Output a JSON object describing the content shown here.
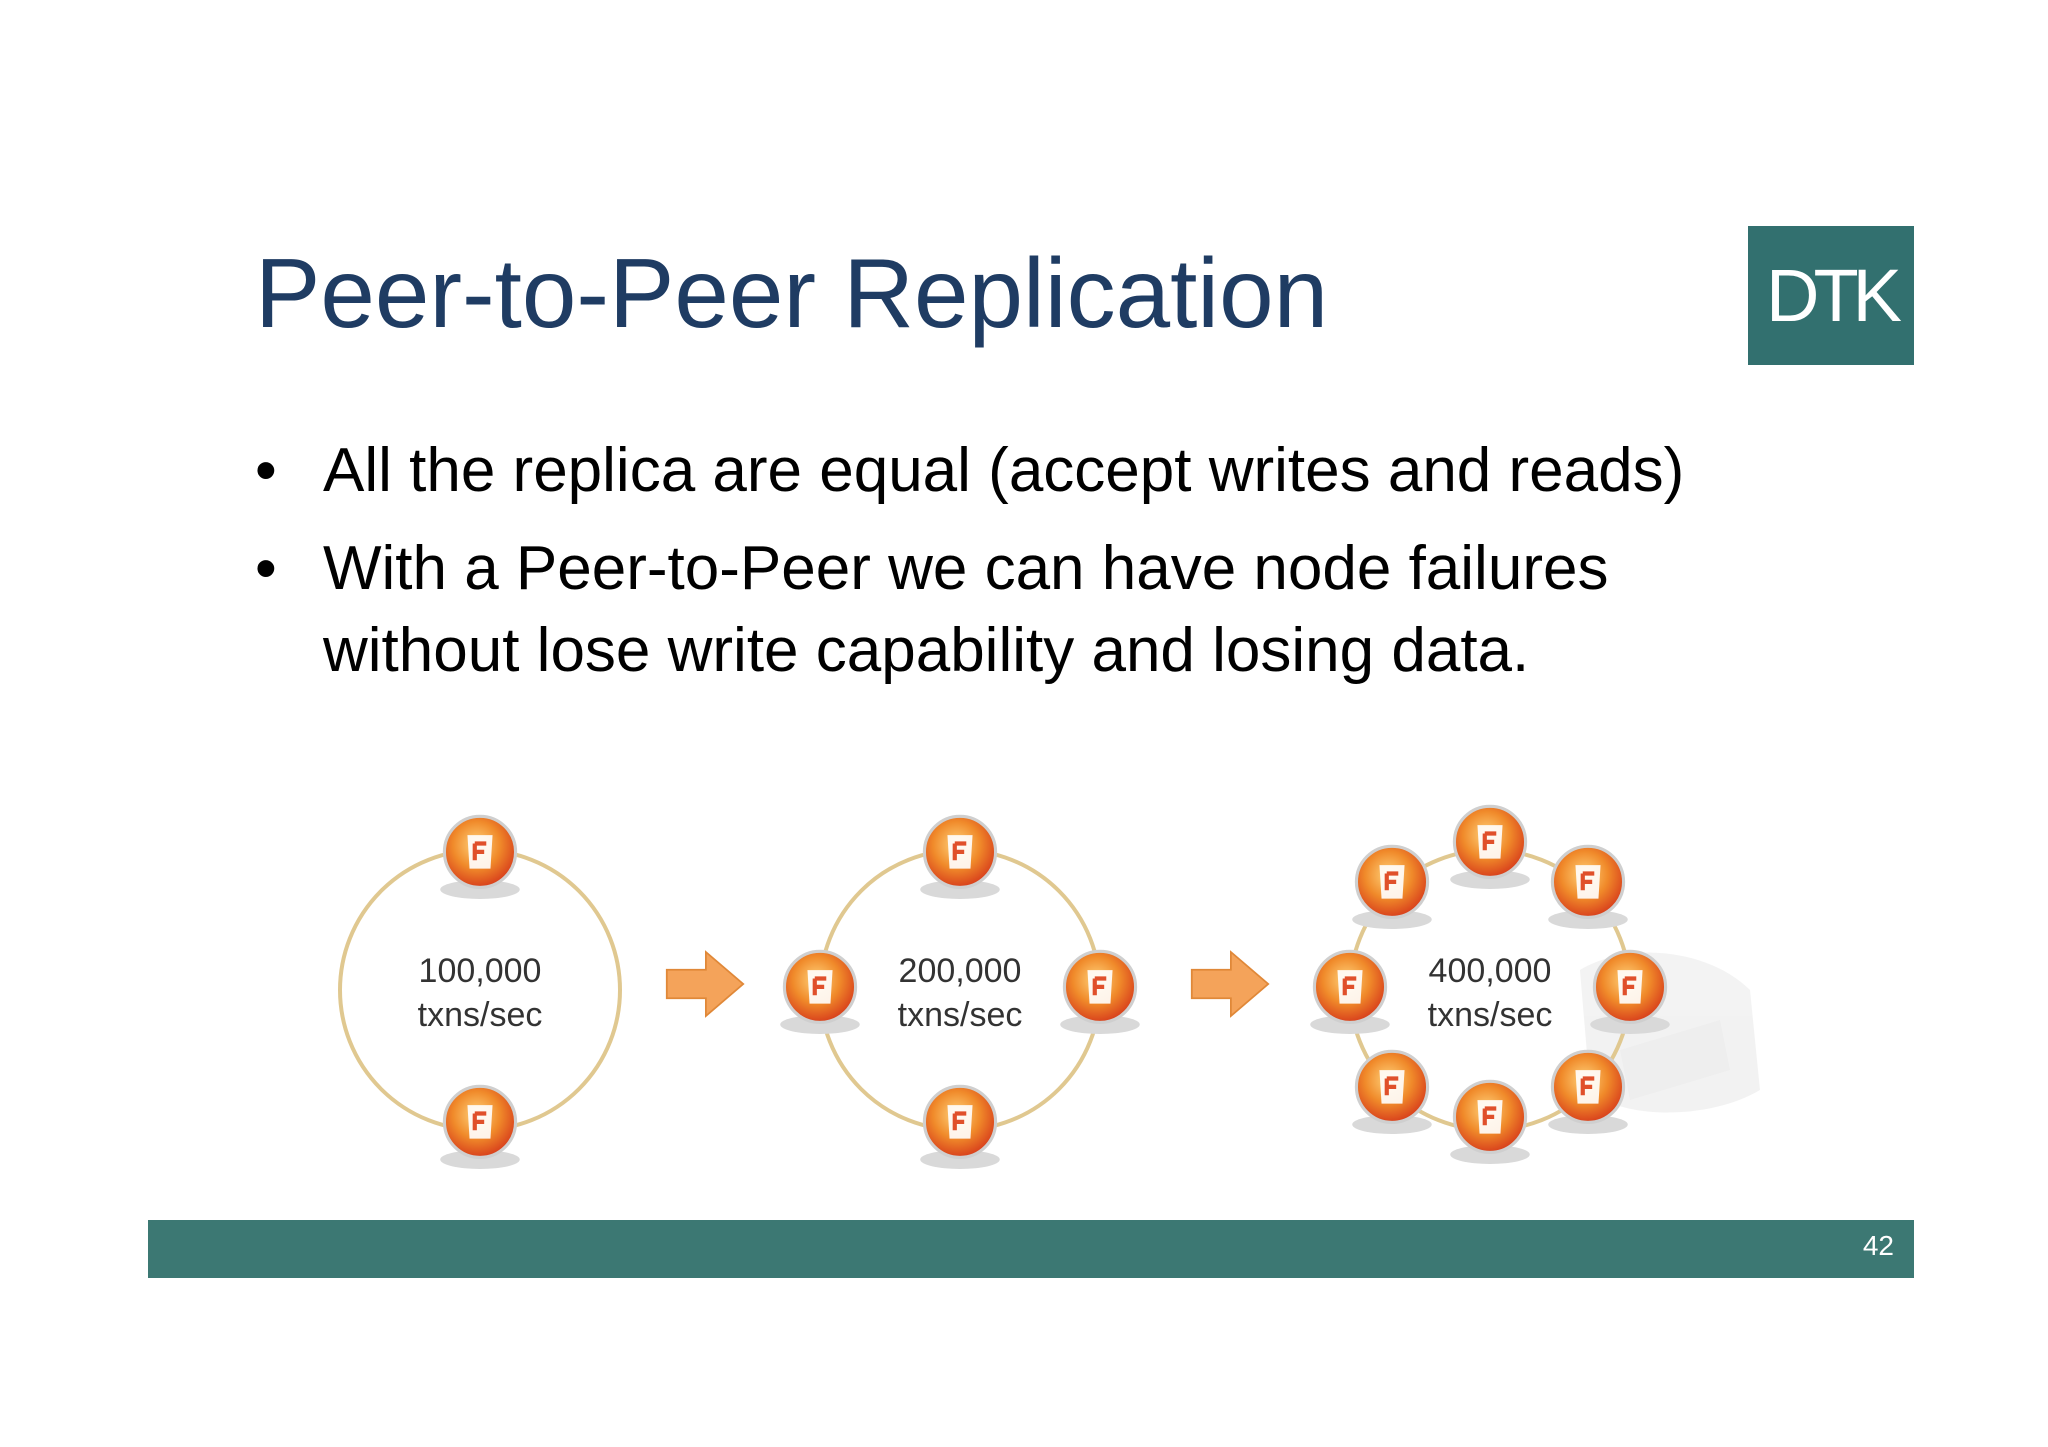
{
  "slide": {
    "title": "Peer-to-Peer Replication",
    "logo_text": "DTK",
    "bullets": [
      "All the replica are equal (accept writes and reads)",
      "With a Peer-to-Peer we can have node failures without lose write capability and losing data."
    ],
    "bullet_glyph": "•",
    "diagram": {
      "rings": [
        {
          "value": "100,000",
          "unit": "txns/sec",
          "nodes": 2
        },
        {
          "value": "200,000",
          "unit": "txns/sec",
          "nodes": 4
        },
        {
          "value": "400,000",
          "unit": "txns/sec",
          "nodes": 8
        }
      ],
      "node_icon": "database-server-icon",
      "arrow_icon": "arrow-right-icon"
    },
    "page_number": "42",
    "colors": {
      "title": "#1f3c63",
      "accent": "#32706f",
      "footer": "#3c7873",
      "arrow": "#f0a050",
      "node": "#e8562a"
    }
  }
}
